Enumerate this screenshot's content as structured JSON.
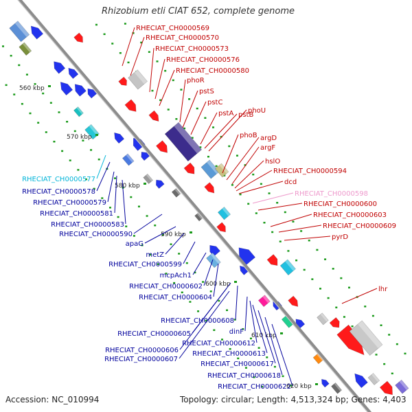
{
  "title": "Rhizobium etli CIAT 652, complete genome",
  "footer": {
    "accession": "Accession: NC_010994",
    "topology": "Topology: circular; Length: 4,513,324 bp; Genes: 4,403"
  },
  "colors": {
    "backbone": "#8c8c8c",
    "label_right": "#c00000",
    "label_left": "#00009c",
    "label_highlight_cyan": "#00b4d8",
    "label_highlight_pink": "#ee99cc",
    "tick_dot": "#1a9a1a"
  },
  "ticks": [
    {
      "label": "560 kbp"
    },
    {
      "label": "570 kbp"
    },
    {
      "label": "580 kbp"
    },
    {
      "label": "590 kbp"
    },
    {
      "label": "600 kbp"
    },
    {
      "label": "610 kbp"
    },
    {
      "label": "620 kbp"
    }
  ],
  "right_labels": [
    {
      "text": "RHECIAT_CH0000569",
      "color": "#c00000"
    },
    {
      "text": "RHECIAT_CH0000570",
      "color": "#c00000"
    },
    {
      "text": "RHECIAT_CH0000573",
      "color": "#c00000"
    },
    {
      "text": "RHECIAT_CH0000576",
      "color": "#c00000"
    },
    {
      "text": "RHECIAT_CH0000580",
      "color": "#c00000"
    },
    {
      "text": "phoR",
      "color": "#c00000"
    },
    {
      "text": "pstS",
      "color": "#c00000"
    },
    {
      "text": "pstC",
      "color": "#c00000"
    },
    {
      "text": "pstA",
      "color": "#c00000"
    },
    {
      "text": "pstB",
      "color": "#c00000"
    },
    {
      "text": "phoU",
      "color": "#c00000"
    },
    {
      "text": "phoB",
      "color": "#c00000"
    },
    {
      "text": "argD",
      "color": "#c00000"
    },
    {
      "text": "argF",
      "color": "#c00000"
    },
    {
      "text": "hslO",
      "color": "#c00000"
    },
    {
      "text": "RHECIAT_CH0000594",
      "color": "#c00000"
    },
    {
      "text": "dcd",
      "color": "#c00000"
    },
    {
      "text": "RHECIAT_CH0000598",
      "color": "#ee99cc"
    },
    {
      "text": "RHECIAT_CH0000600",
      "color": "#c00000"
    },
    {
      "text": "RHECIAT_CH0000603",
      "color": "#c00000"
    },
    {
      "text": "RHECIAT_CH0000609",
      "color": "#c00000"
    },
    {
      "text": "pyrD",
      "color": "#c00000"
    },
    {
      "text": "lhr",
      "color": "#c00000"
    }
  ],
  "left_labels": [
    {
      "text": "RHECIAT_CH0000577",
      "color": "#00b4d8"
    },
    {
      "text": "RHECIAT_CH0000578",
      "color": "#00009c"
    },
    {
      "text": "RHECIAT_CH0000579",
      "color": "#00009c"
    },
    {
      "text": "RHECIAT_CH0000581",
      "color": "#00009c"
    },
    {
      "text": "RHECIAT_CH0000583",
      "color": "#00009c"
    },
    {
      "text": "RHECIAT_CH0000590",
      "color": "#00009c"
    },
    {
      "text": "apaG",
      "color": "#00009c"
    },
    {
      "text": "metZ",
      "color": "#00009c"
    },
    {
      "text": "RHECIAT_CH0000599",
      "color": "#00009c"
    },
    {
      "text": "mcpAch1",
      "color": "#00009c"
    },
    {
      "text": "RHECIAT_CH0000602",
      "color": "#00009c"
    },
    {
      "text": "RHECIAT_CH0000604",
      "color": "#00009c"
    },
    {
      "text": "RHECIAT_CH0000608",
      "color": "#00009c"
    },
    {
      "text": "RHECIAT_CH0000605",
      "color": "#00009c"
    },
    {
      "text": "dinF",
      "color": "#00009c"
    },
    {
      "text": "RHECIAT_CH0000612",
      "color": "#00009c"
    },
    {
      "text": "RHECIAT_CH0000606",
      "color": "#00009c"
    },
    {
      "text": "RHECIAT_CH0000613",
      "color": "#00009c"
    },
    {
      "text": "RHECIAT_CH0000607",
      "color": "#00009c"
    },
    {
      "text": "RHECIAT_CH0000617",
      "color": "#00009c"
    },
    {
      "text": "RHECIAT_CH0000618",
      "color": "#00009c"
    },
    {
      "text": "RHECIAT_CH0000622",
      "color": "#00009c"
    }
  ]
}
